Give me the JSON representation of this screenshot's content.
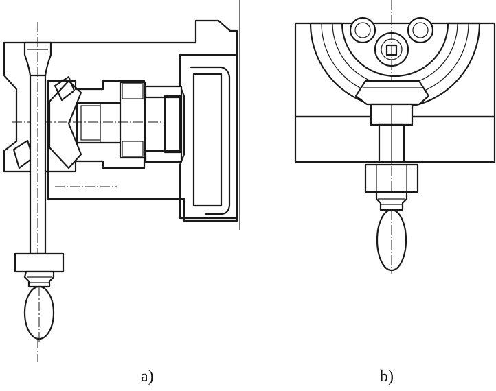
{
  "figure": {
    "panels": [
      {
        "id": "a",
        "label": "a)"
      },
      {
        "id": "b",
        "label": "b)"
      }
    ]
  },
  "colors": {
    "ink": "#1a1a1a",
    "paper": "#ffffff"
  }
}
